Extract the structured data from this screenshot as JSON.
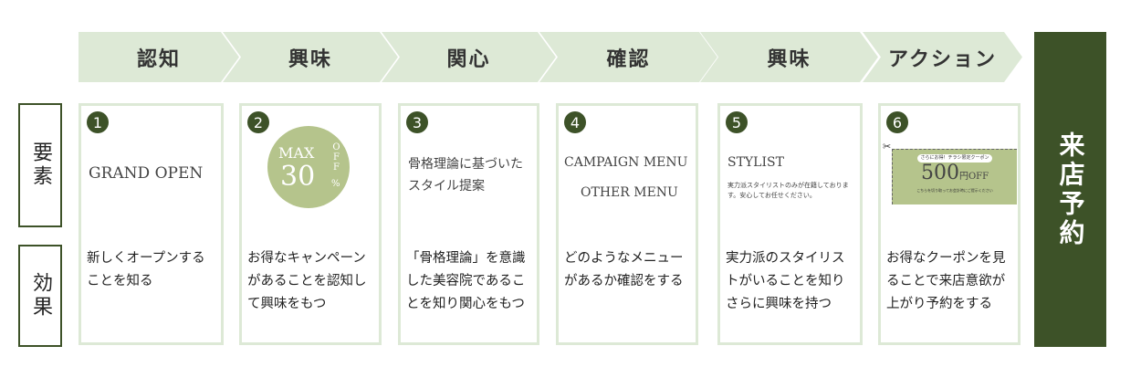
{
  "stages": [
    "認知",
    "興味",
    "関心",
    "確認",
    "興味",
    "アクション"
  ],
  "rows": {
    "elements": "要素",
    "effects": "効果"
  },
  "cta": "来店予約",
  "cards": [
    {
      "num": "1",
      "title": "GRAND OPEN",
      "effect": "新しくオープンすることを知る"
    },
    {
      "num": "2",
      "badge": {
        "max": "MAX",
        "value": "30",
        "off": "OFF",
        "pct": "%"
      },
      "effect": "お得なキャンペーンがあることを認知して興味をもつ"
    },
    {
      "num": "3",
      "title": "骨格理論に基づいたスタイル提案",
      "effect": "「骨格理論」を意識した美容院であることを知り関心をもつ"
    },
    {
      "num": "4",
      "title": "CAMPAIGN MENU",
      "subtitle": "OTHER MENU",
      "effect": "どのようなメニューがあるか確認をする"
    },
    {
      "num": "5",
      "title": "STYLIST",
      "desc": "実力派スタイリストのみが在籍しております。安心してお任せください。",
      "effect": "実力派のスタイリストがいることを知りさらに興味を持つ"
    },
    {
      "num": "6",
      "coupon": {
        "tag": "さらにお得！チラシ限定クーポン",
        "amount": "500",
        "unit": "円OFF",
        "note": "こちらを切り取ってお会計時にご提示ください"
      },
      "effect": "お得なクーポンを見ることで来店意欲が上がり予約をする"
    }
  ],
  "colors": {
    "dark": "#3d5228",
    "light": "#dde9d6",
    "badge": "#b5c48c"
  }
}
